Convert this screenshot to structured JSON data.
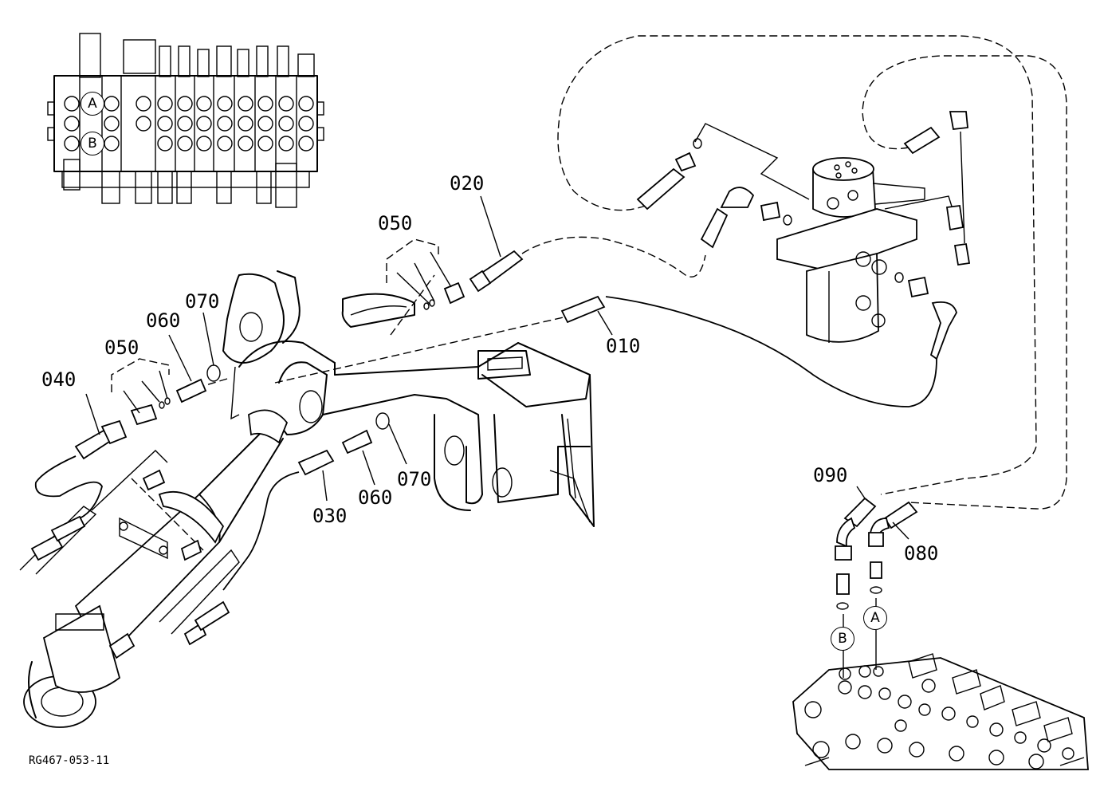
{
  "drawing_code": "RG467-053-11",
  "part_labels": {
    "p010": "010",
    "p020": "020",
    "p030": "030",
    "p040": "040",
    "p050_upper": "050",
    "p050_lower": "050",
    "p060_left": "060",
    "p060_center": "060",
    "p070_left": "070",
    "p070_center": "070",
    "p080": "080",
    "p090": "090"
  },
  "port_markers": {
    "inset_a": "A",
    "inset_b": "B",
    "valve_a": "A",
    "valve_b": "B"
  }
}
